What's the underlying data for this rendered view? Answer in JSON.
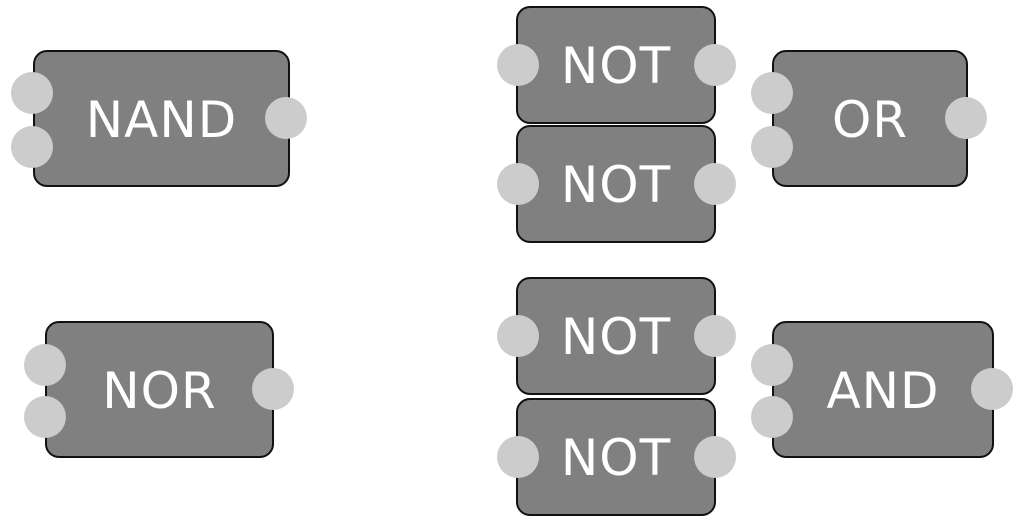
{
  "gates": {
    "nand": {
      "label": "NAND"
    },
    "nor": {
      "label": "NOR"
    },
    "not1": {
      "label": "NOT"
    },
    "not2": {
      "label": "NOT"
    },
    "not3": {
      "label": "NOT"
    },
    "not4": {
      "label": "NOT"
    },
    "or": {
      "label": "OR"
    },
    "and": {
      "label": "AND"
    }
  },
  "colors": {
    "gate_fill": "#808080",
    "gate_border": "#111111",
    "pin_fill": "#cccccc",
    "label_text": "#ffffff"
  }
}
